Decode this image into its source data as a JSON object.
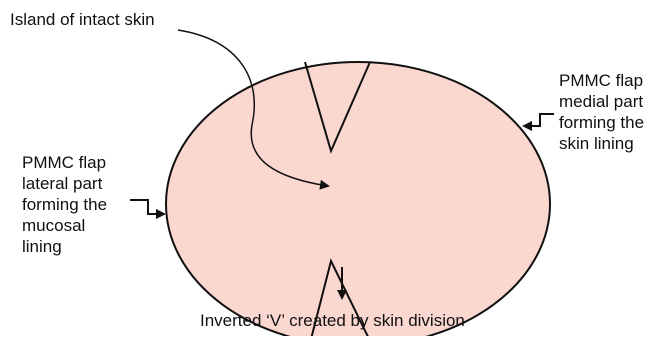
{
  "labels": {
    "island": "Island of intact skin",
    "lateral": [
      "PMMC flap",
      "lateral part",
      "forming the",
      "mucosal",
      "lining"
    ],
    "medial": [
      "PMMC flap",
      "medial part",
      "forming the",
      "skin lining"
    ],
    "inverted": "Inverted ‘V’ created by skin division"
  },
  "colors": {
    "flap_fill": "#fad7cf",
    "stroke": "#111111"
  }
}
